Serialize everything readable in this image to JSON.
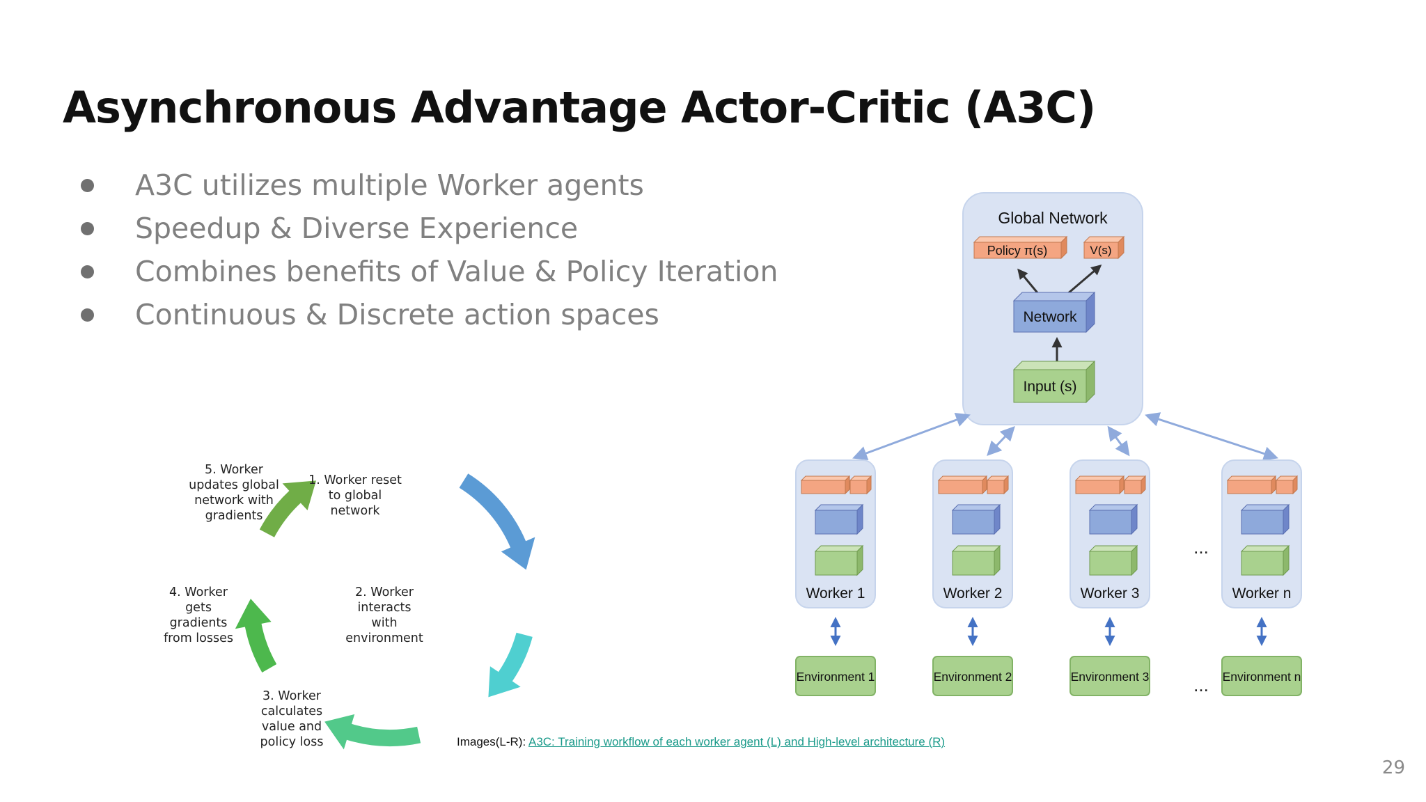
{
  "slide": {
    "title": "Asynchronous Advantage Actor-Critic (A3C)",
    "bullets": [
      "A3C utilizes multiple Worker agents",
      "Speedup & Diverse Experience",
      "Combines benefits of Value & Policy Iteration",
      "Continuous & Discrete action spaces"
    ],
    "page_number": "29"
  },
  "cycle": {
    "steps": [
      [
        "1. Worker reset",
        "to global",
        "network"
      ],
      [
        "2. Worker",
        "interacts",
        "with",
        "environment"
      ],
      [
        "3. Worker",
        "calculates",
        "value and",
        "policy loss"
      ],
      [
        "4. Worker",
        "gets",
        "gradients",
        "from losses"
      ],
      [
        "5. Worker",
        "updates global",
        "network with",
        "gradients"
      ]
    ],
    "arrow_colors": [
      "#5b9bd5",
      "#4fcfd0",
      "#52c98a",
      "#4db84d",
      "#70ad47"
    ]
  },
  "architecture": {
    "global_network": {
      "label": "Global Network",
      "policy": "Policy π(s)",
      "value": "V(s)",
      "network": "Network",
      "input": "Input (s)"
    },
    "workers": [
      "Worker 1",
      "Worker 2",
      "Worker 3",
      "Worker n"
    ],
    "environments": [
      "Environment 1",
      "Environment 2",
      "Environment 3",
      "Environment n"
    ],
    "ellipsis": "...",
    "colors": {
      "panel": "#dae3f3",
      "panel_border": "#c6d4ec",
      "orange": "#f4a582",
      "blue": "#8ea9db",
      "green": "#a9d18e",
      "arrow": "#8faadc",
      "double_arrow": "#4472c4"
    }
  },
  "caption": {
    "prefix": "Images(L-R): ",
    "link_text": "A3C: Training workflow of each worker agent (L) and High-level architecture (R)"
  }
}
